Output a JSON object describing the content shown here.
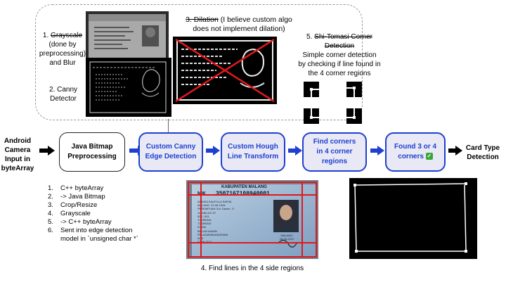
{
  "pipeline": {
    "input_label": "Android Camera Input in byteArray",
    "java_node": "Java Bitmap Preprocessing",
    "canny_node": "Custom Canny Edge Detection",
    "hough_node": "Custom Hough Line Transform",
    "corners_node": "Find corners in 4 corner regions",
    "found_node": "Found 3 or 4 corners",
    "output_label": "Card Type Detection",
    "check_glyph": "✓"
  },
  "notes": {
    "step1_num": "1.",
    "step1_strike": "Grayscale",
    "step1_rest": "(done by preprocessing) and Blur",
    "step2": "2. Canny Detector",
    "step3_strike": "3. Dilation",
    "step3_rest": "(I believe custom algo does not implement dilation)",
    "step5_num": "5.",
    "step5_strike": "Shi-Tomasi Corner Detection",
    "step5_rest": "Simple corner detection by checking if line found in the 4 corner regions",
    "step4": "4. Find lines in the 4 side regions"
  },
  "preprocessing_list": [
    {
      "num": "1.",
      "text": "C++ byteArray"
    },
    {
      "num": "2.",
      "text": "-> Java Bitmap"
    },
    {
      "num": "3.",
      "text": "Crop/Resize"
    },
    {
      "num": "4.",
      "text": "Grayscale"
    },
    {
      "num": "5.",
      "text": "-> C++ byteArray"
    },
    {
      "num": "6.",
      "text": "Sent into edge detection model in `unsigned char *`"
    }
  ],
  "card": {
    "header": "KABUPATEN MALANG",
    "nik_label": "NIK",
    "nik_value": "3507167108940001",
    "name": "ANNISA SAUFILLA SAFINI",
    "birth": "MALANG, 31-08-1994",
    "sex": "PEREMPUAN",
    "blood": "Gol. Darah : O",
    "address": "JL. MELATI 07",
    "rtrw": "004 / 001",
    "kel": "TUMPANG",
    "kec": "TUMPANG",
    "religion": "ISLAM",
    "status": "BELUM KAWIN",
    "job": "PELAJAR/MAHASISWA",
    "nationality": "WNI",
    "valid": "31-08-2017",
    "sign_place": "MALANG",
    "sign_date": "26-05-2012"
  },
  "colors": {
    "blue": "#1f3fd0",
    "red": "#e0191c",
    "node_fill": "#e9e9f6"
  }
}
